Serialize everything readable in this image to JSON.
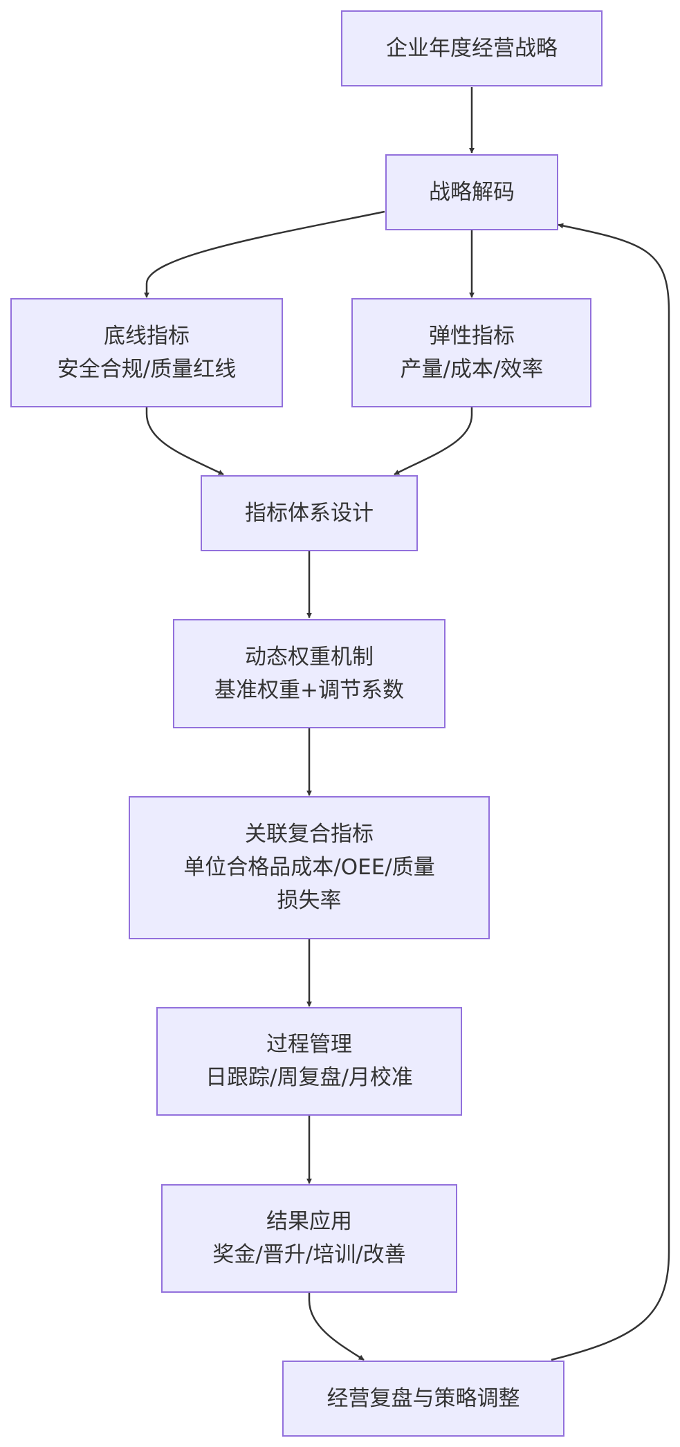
{
  "nodes": {
    "strategy": {
      "lines": [
        "企业年度经营战略"
      ]
    },
    "decode": {
      "lines": [
        "战略解码"
      ]
    },
    "baseline": {
      "lines": [
        "底线指标",
        "安全合规/质量红线"
      ]
    },
    "elastic": {
      "lines": [
        "弹性指标",
        "产量/成本/效率"
      ]
    },
    "design": {
      "lines": [
        "指标体系设计"
      ]
    },
    "weights": {
      "lines": [
        "动态权重机制",
        "基准权重+调节系数"
      ]
    },
    "composite": {
      "lines": [
        "关联复合指标",
        "单位合格品成本/OEE/质量",
        "损失率"
      ]
    },
    "process": {
      "lines": [
        "过程管理",
        "日跟踪/周复盘/月校准"
      ]
    },
    "results": {
      "lines": [
        "结果应用",
        "奖金/晋升/培训/改善"
      ]
    },
    "review": {
      "lines": [
        "经营复盘与策略调整"
      ]
    }
  },
  "edges": [
    {
      "from": "strategy",
      "to": "decode"
    },
    {
      "from": "decode",
      "to": "baseline"
    },
    {
      "from": "decode",
      "to": "elastic"
    },
    {
      "from": "baseline",
      "to": "design"
    },
    {
      "from": "elastic",
      "to": "design"
    },
    {
      "from": "design",
      "to": "weights"
    },
    {
      "from": "weights",
      "to": "composite"
    },
    {
      "from": "composite",
      "to": "process"
    },
    {
      "from": "process",
      "to": "results"
    },
    {
      "from": "results",
      "to": "review"
    },
    {
      "from": "review",
      "to": "decode"
    }
  ],
  "colors": {
    "node_fill": "#ececfe",
    "node_stroke": "#9270dc",
    "edge": "#333333",
    "text": "#333333"
  }
}
